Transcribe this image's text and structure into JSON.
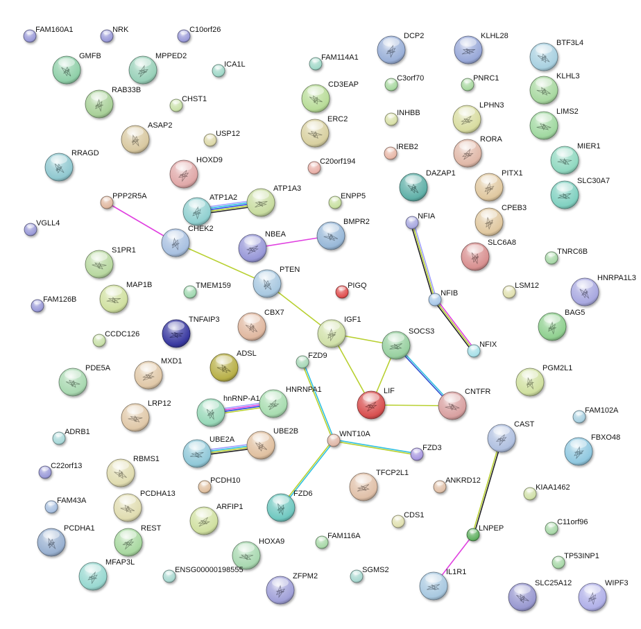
{
  "network": {
    "nodes": [
      {
        "label": "FAM160A1",
        "color": "#9a9ad8"
      },
      {
        "label": "NRK",
        "color": "#9a9ad8"
      },
      {
        "label": "C10orf26",
        "color": "#9a9ad8"
      },
      {
        "label": "GMFB",
        "color": "#8fcfa8"
      },
      {
        "label": "MPPED2",
        "color": "#98d0b8"
      },
      {
        "label": "ICA1L",
        "color": "#a0d8c8"
      },
      {
        "label": "FAM114A1",
        "color": "#a0d8c8"
      },
      {
        "label": "DCP2",
        "color": "#9ab0d8"
      },
      {
        "label": "KLHL28",
        "color": "#98a8d8"
      },
      {
        "label": "BTF3L4",
        "color": "#a8d0e0"
      },
      {
        "label": "C3orf70",
        "color": "#a8d8a0"
      },
      {
        "label": "PNRC1",
        "color": "#a8d8a0"
      },
      {
        "label": "CD3EAP",
        "color": "#b8dc98"
      },
      {
        "label": "RAB33B",
        "color": "#a8d098"
      },
      {
        "label": "CHST1",
        "color": "#c8e0a8"
      },
      {
        "label": "KLHL3",
        "color": "#a8d8a0"
      },
      {
        "label": "INHBB",
        "color": "#d8e0a8"
      },
      {
        "label": "LPHN3",
        "color": "#d8dca0"
      },
      {
        "label": "ERC2",
        "color": "#d8d0a0"
      },
      {
        "label": "ASAP2",
        "color": "#d8c8a0"
      },
      {
        "label": "USP12",
        "color": "#dcd8a8"
      },
      {
        "label": "LIMS2",
        "color": "#a0d8a0"
      },
      {
        "label": "IREB2",
        "color": "#e8b8a8"
      },
      {
        "label": "RORA",
        "color": "#e0b8a8"
      },
      {
        "label": "MIER1",
        "color": "#90d8c0"
      },
      {
        "label": "RRAGD",
        "color": "#90c8d0"
      },
      {
        "label": "HOXD9",
        "color": "#e0a8a8"
      },
      {
        "label": "C20orf194",
        "color": "#e8b0a8"
      },
      {
        "label": "DAZAP1",
        "color": "#60b0a8"
      },
      {
        "label": "PITX1",
        "color": "#e0c8a0"
      },
      {
        "label": "SLC30A7",
        "color": "#80d0c0"
      },
      {
        "label": "PPP2R5A",
        "color": "#e0b8a0"
      },
      {
        "label": "ATP1A2",
        "color": "#90d0d0"
      },
      {
        "label": "ATP1A3",
        "color": "#c8dca0"
      },
      {
        "label": "ENPP5",
        "color": "#c8e0a0"
      },
      {
        "label": "CPEB3",
        "color": "#e0c8a0"
      },
      {
        "label": "NFIA",
        "color": "#a8a8e0"
      },
      {
        "label": "VGLL4",
        "color": "#9a9ad8"
      },
      {
        "label": "CHEK2",
        "color": "#a8c0e0"
      },
      {
        "label": "NBEA",
        "color": "#9898d8"
      },
      {
        "label": "BMPR2",
        "color": "#98b8d8"
      },
      {
        "label": "SLC6A8",
        "color": "#d89090"
      },
      {
        "label": "TNRC6B",
        "color": "#a8d8a8"
      },
      {
        "label": "S1PR1",
        "color": "#b8d8a0"
      },
      {
        "label": "PTEN",
        "color": "#a8c8e0"
      },
      {
        "label": "PIGQ",
        "color": "#e05050"
      },
      {
        "label": "LSM12",
        "color": "#e0e0b0"
      },
      {
        "label": "HNRPA1L3",
        "color": "#a8a8e0"
      },
      {
        "label": "FAM126B",
        "color": "#9a9ad8"
      },
      {
        "label": "MAP1B",
        "color": "#d0e0a0"
      },
      {
        "label": "TMEM159",
        "color": "#a0d8b0"
      },
      {
        "label": "NFIB",
        "color": "#a8c8e8"
      },
      {
        "label": "TNFAIP3",
        "color": "#3838a0"
      },
      {
        "label": "CBX7",
        "color": "#e0b8a0"
      },
      {
        "label": "IGF1",
        "color": "#d0e0a8"
      },
      {
        "label": "SOCS3",
        "color": "#98d0a0"
      },
      {
        "label": "NFIX",
        "color": "#a8e0e8"
      },
      {
        "label": "BAG5",
        "color": "#90d090"
      },
      {
        "label": "CCDC126",
        "color": "#c8e0a8"
      },
      {
        "label": "ADSL",
        "color": "#b8b048"
      },
      {
        "label": "FZD9",
        "color": "#a8d8b8"
      },
      {
        "label": "MXD1",
        "color": "#e0c8a8"
      },
      {
        "label": "PDE5A",
        "color": "#a8d8b0"
      },
      {
        "label": "PGM2L1",
        "color": "#d0e0a0"
      },
      {
        "label": "LIF",
        "color": "#d85050"
      },
      {
        "label": "CNTFR",
        "color": "#d8a0a0"
      },
      {
        "label": "hnRNP-A1",
        "color": "#98d8b8"
      },
      {
        "label": "HNRNPA1",
        "color": "#a8dcb0"
      },
      {
        "label": "LRP12",
        "color": "#e0c8a8"
      },
      {
        "label": "FAM102A",
        "color": "#a8d0e0"
      },
      {
        "label": "CAST",
        "color": "#b0c0e0"
      },
      {
        "label": "ADRB1",
        "color": "#a8d8d8"
      },
      {
        "label": "WNT10A",
        "color": "#e0b8a8"
      },
      {
        "label": "FBXO48",
        "color": "#90c8e0"
      },
      {
        "label": "UBE2A",
        "color": "#90c8d8"
      },
      {
        "label": "UBE2B",
        "color": "#e0c0a0"
      },
      {
        "label": "FZD3",
        "color": "#a898e0"
      },
      {
        "label": "C22orf13",
        "color": "#9a9ad8"
      },
      {
        "label": "RBMS1",
        "color": "#e0dcb0"
      },
      {
        "label": "PCDH10",
        "color": "#e0c0a0"
      },
      {
        "label": "TFCP2L1",
        "color": "#e0c0a8"
      },
      {
        "label": "ANKRD12",
        "color": "#e0c0a8"
      },
      {
        "label": "KIAA1462",
        "color": "#d0e0a8"
      },
      {
        "label": "FAM43A",
        "color": "#a8c0e0"
      },
      {
        "label": "PCDHA13",
        "color": "#e0dcb0"
      },
      {
        "label": "FZD6",
        "color": "#70c8c0"
      },
      {
        "label": "ARFIP1",
        "color": "#d0e0a0"
      },
      {
        "label": "CDS1",
        "color": "#e0e0b0"
      },
      {
        "label": "PCDHA1",
        "color": "#98b0d0"
      },
      {
        "label": "REST",
        "color": "#a8d8a0"
      },
      {
        "label": "C11orf96",
        "color": "#a8d8a8"
      },
      {
        "label": "LNPEP",
        "color": "#60b060"
      },
      {
        "label": "FAM116A",
        "color": "#a8d8a8"
      },
      {
        "label": "HOXA9",
        "color": "#a8d8b0"
      },
      {
        "label": "TP53INP1",
        "color": "#a8d8a8"
      },
      {
        "label": "MFAP3L",
        "color": "#98d8d0"
      },
      {
        "label": "ENSG00000198555",
        "color": "#a8d8d0"
      },
      {
        "label": "SGMS2",
        "color": "#a8d8d0"
      },
      {
        "label": "ZFPM2",
        "color": "#a0a0d8"
      },
      {
        "label": "IL1R1",
        "color": "#a8c8e0"
      },
      {
        "label": "SLC25A12",
        "color": "#9898d0"
      },
      {
        "label": "WIPF3",
        "color": "#b0b0e8"
      }
    ],
    "edges": [
      {
        "from": "PPP2R5A",
        "to": "CHEK2",
        "colors": [
          "#e040e0"
        ]
      },
      {
        "from": "CHEK2",
        "to": "PTEN",
        "colors": [
          "#b8d030"
        ]
      },
      {
        "from": "PTEN",
        "to": "IGF1",
        "colors": [
          "#b8d030"
        ]
      },
      {
        "from": "ATP1A2",
        "to": "ATP1A3",
        "colors": [
          "#a0a0ff",
          "#30c0e0",
          "#2040e0",
          "#b8d030",
          "#222222"
        ]
      },
      {
        "from": "NBEA",
        "to": "BMPR2",
        "colors": [
          "#e040e0"
        ]
      },
      {
        "from": "IGF1",
        "to": "SOCS3",
        "colors": [
          "#b8d030"
        ]
      },
      {
        "from": "IGF1",
        "to": "LIF",
        "colors": [
          "#b8d030"
        ]
      },
      {
        "from": "SOCS3",
        "to": "LIF",
        "colors": [
          "#b8d030"
        ]
      },
      {
        "from": "SOCS3",
        "to": "CNTFR",
        "colors": [
          "#30c0e0",
          "#3050d0"
        ]
      },
      {
        "from": "LIF",
        "to": "CNTFR",
        "colors": [
          "#b8d030"
        ]
      },
      {
        "from": "NFIA",
        "to": "NFIB",
        "colors": [
          "#a0a0ff",
          "#b8d030",
          "#222222"
        ]
      },
      {
        "from": "NFIB",
        "to": "NFIX",
        "colors": [
          "#e040e0",
          "#b8d030",
          "#222222"
        ]
      },
      {
        "from": "FZD9",
        "to": "WNT10A",
        "colors": [
          "#30c0e0",
          "#b8d030"
        ]
      },
      {
        "from": "WNT10A",
        "to": "FZD3",
        "colors": [
          "#30c0e0",
          "#b8d030"
        ]
      },
      {
        "from": "WNT10A",
        "to": "FZD6",
        "colors": [
          "#30c0e0",
          "#b8d030"
        ]
      },
      {
        "from": "hnRNP-A1",
        "to": "HNRNPA1",
        "colors": [
          "#a0a0ff",
          "#e040e0",
          "#2040e0",
          "#b8d030"
        ]
      },
      {
        "from": "UBE2A",
        "to": "UBE2B",
        "colors": [
          "#a0a0ff",
          "#30c0e0",
          "#b8d030",
          "#222222"
        ]
      },
      {
        "from": "CAST",
        "to": "LNPEP",
        "colors": [
          "#222222",
          "#b8d030"
        ]
      },
      {
        "from": "LNPEP",
        "to": "IL1R1",
        "colors": [
          "#e040e0"
        ]
      }
    ]
  }
}
